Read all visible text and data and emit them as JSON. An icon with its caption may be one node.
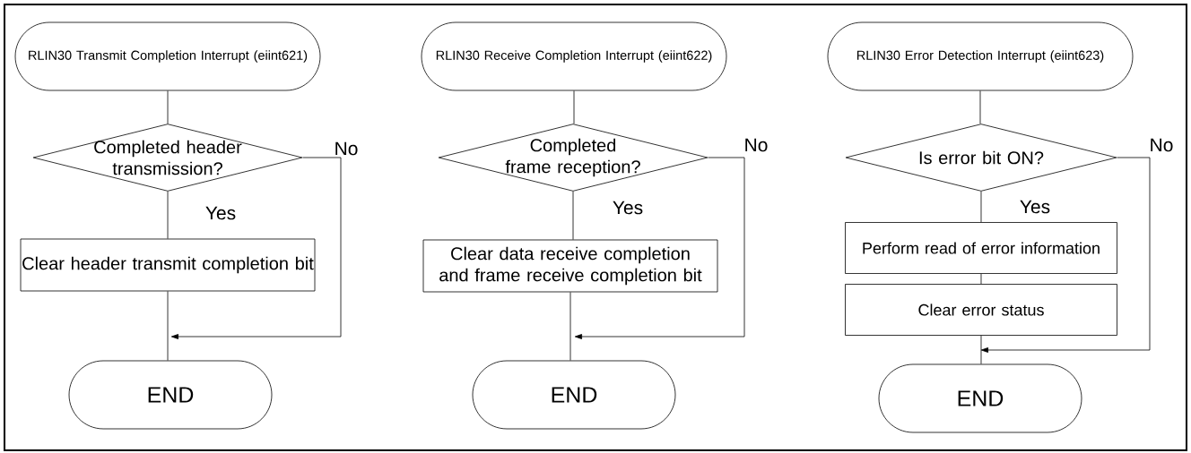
{
  "diagram": {
    "nodes": [
      {
        "text": [
          "RLIN30 Transmit Completion Interrupt (eiint621)"
        ]
      },
      {
        "text": [
          "Completed header transmission?"
        ]
      },
      {
        "text": [
          "Clear header transmit completion bit"
        ]
      },
      {
        "text": [
          "END"
        ]
      },
      {
        "text": [
          "RLIN30 Receive Completion Interrupt (eiint622)"
        ]
      },
      {
        "text": [
          "Completed frame reception?"
        ]
      },
      {
        "text": [
          "Clear data receive completion and frame receive completion bit"
        ]
      },
      {
        "text": [
          "END"
        ]
      },
      {
        "text": [
          "RLIN30 Error Detection Interrupt (eiint623)"
        ]
      },
      {
        "text": [
          "Is error bit ON?"
        ]
      },
      {
        "text": [
          "Perform read of error information"
        ]
      },
      {
        "text": [
          "Clear error status"
        ]
      },
      {
        "text": [
          "END"
        ]
      }
    ],
    "edges": [
      {
        "from": 0,
        "to": 1,
        "arrow": "none"
      },
      {
        "from": 1,
        "to": 2,
        "arrow": "none",
        "label": "Yes"
      },
      {
        "from": 2,
        "to": 3,
        "arrow": "none"
      },
      {
        "from": 1,
        "to": 3,
        "arrow": "to",
        "label": "No"
      },
      {
        "from": 4,
        "to": 5,
        "arrow": "none"
      },
      {
        "from": 5,
        "to": 6,
        "arrow": "none",
        "label": "Yes"
      },
      {
        "from": 6,
        "to": 7,
        "arrow": "none"
      },
      {
        "from": 5,
        "to": 7,
        "arrow": "to",
        "label": "No"
      },
      {
        "from": 8,
        "to": 9,
        "arrow": "none"
      },
      {
        "from": 9,
        "to": 10,
        "arrow": "none",
        "label": "Yes"
      },
      {
        "from": 10,
        "to": 11,
        "arrow": "none"
      },
      {
        "from": 11,
        "to": 12,
        "arrow": "none"
      },
      {
        "from": 9,
        "to": 12,
        "arrow": "to",
        "label": "No"
      }
    ]
  }
}
